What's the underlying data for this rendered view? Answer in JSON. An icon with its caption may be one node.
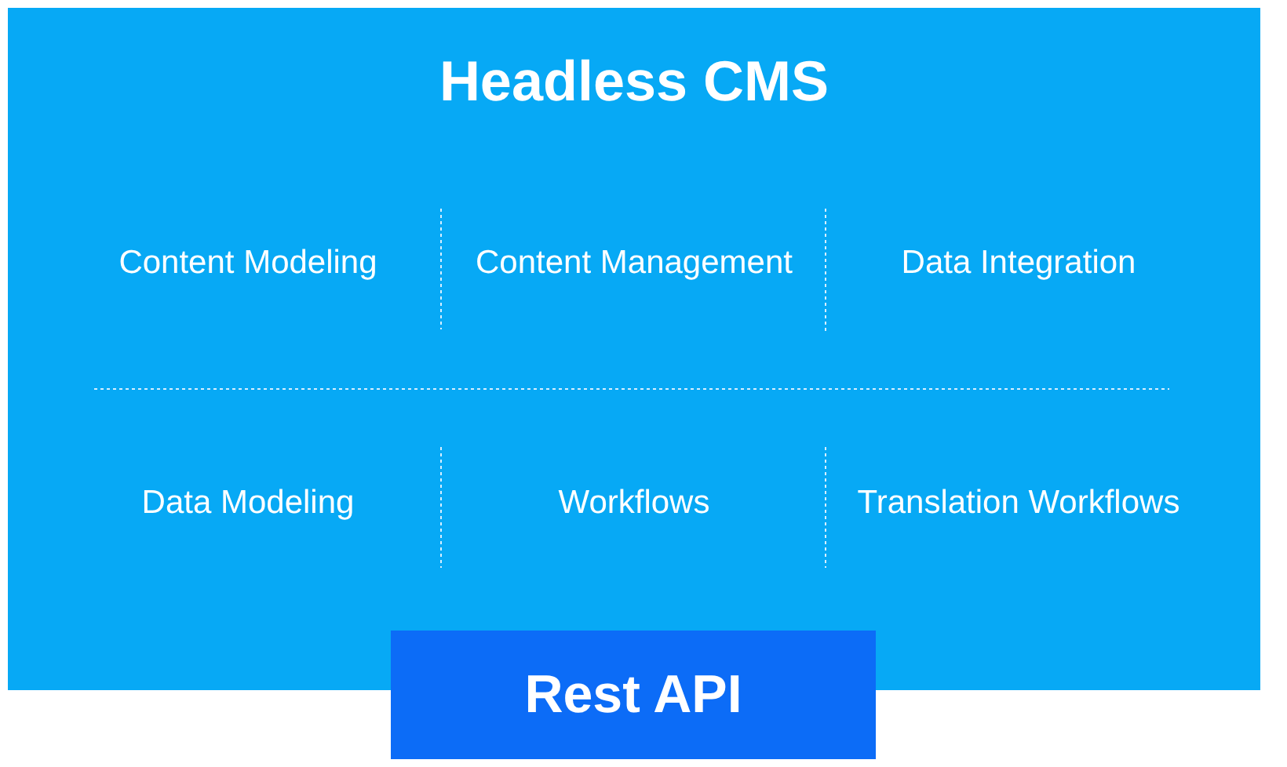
{
  "diagram": {
    "nodes": [
      {
        "text": [
          "Headless CMS"
        ]
      },
      {
        "text": [
          "Rest API"
        ]
      }
    ],
    "edges": [],
    "labels": [
      "Content Modeling",
      "Content Management",
      "Data Integration",
      "Data Modeling",
      "Workflows",
      "Translation Workflows"
    ]
  }
}
